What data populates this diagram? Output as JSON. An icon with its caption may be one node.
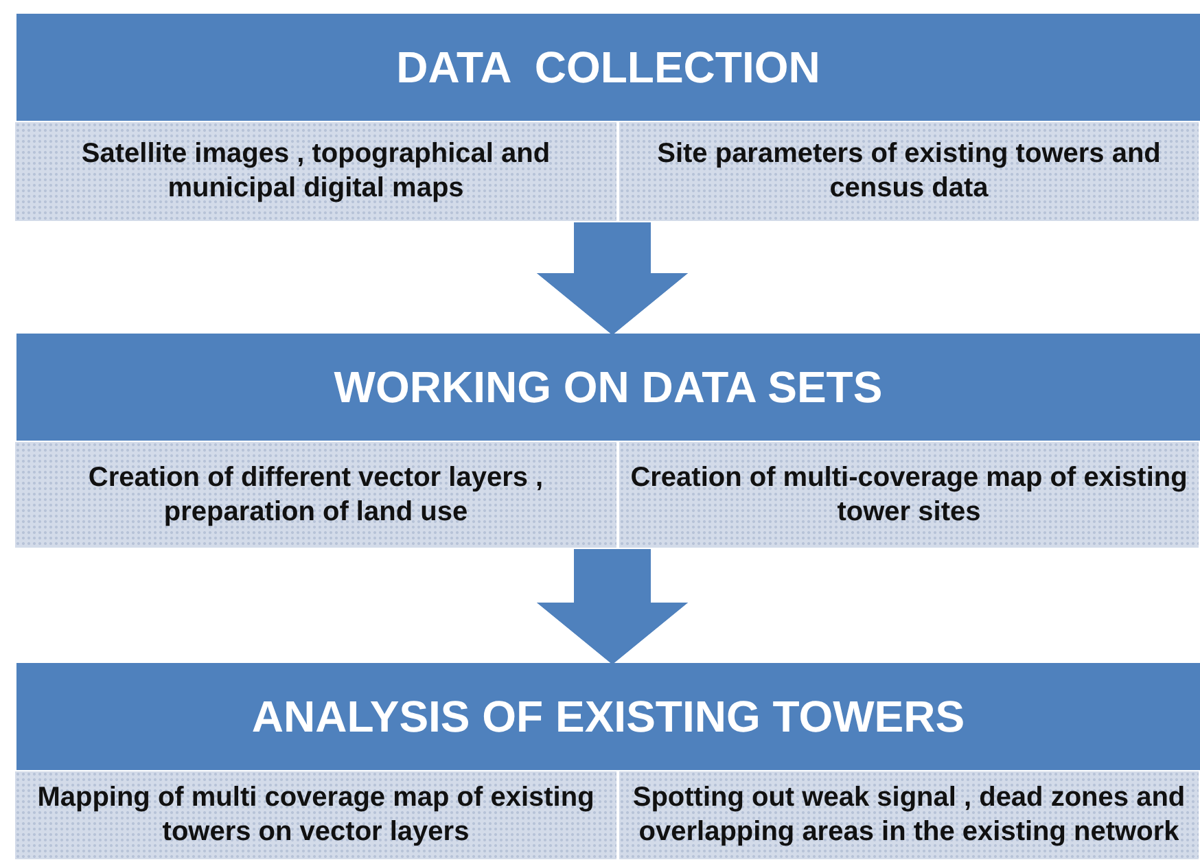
{
  "diagram": {
    "nodes": [
      {
        "text": [
          "DATA  COLLECTION"
        ]
      },
      {
        "text": [
          "Satellite images , topographical and municipal digital maps"
        ]
      },
      {
        "text": [
          "Site parameters of existing towers and census data"
        ]
      },
      {
        "text": [
          "WORKING ON DATA SETS"
        ]
      },
      {
        "text": [
          "Creation of different vector layers , preparation of land use"
        ]
      },
      {
        "text": [
          "Creation of multi-coverage map of existing tower sites"
        ]
      },
      {
        "text": [
          "ANALYSIS OF EXISTING TOWERS"
        ]
      },
      {
        "text": [
          "Mapping of multi coverage map of existing towers on vector layers"
        ]
      },
      {
        "text": [
          "Spotting out weak signal , dead zones and overlapping areas in the existing network"
        ]
      }
    ],
    "edges": [
      {
        "from": 1,
        "to": 3,
        "arrow": "to"
      },
      {
        "from": 2,
        "to": 3,
        "arrow": "to"
      },
      {
        "from": 4,
        "to": 6,
        "arrow": "to"
      },
      {
        "from": 5,
        "to": 6,
        "arrow": "to"
      }
    ]
  }
}
